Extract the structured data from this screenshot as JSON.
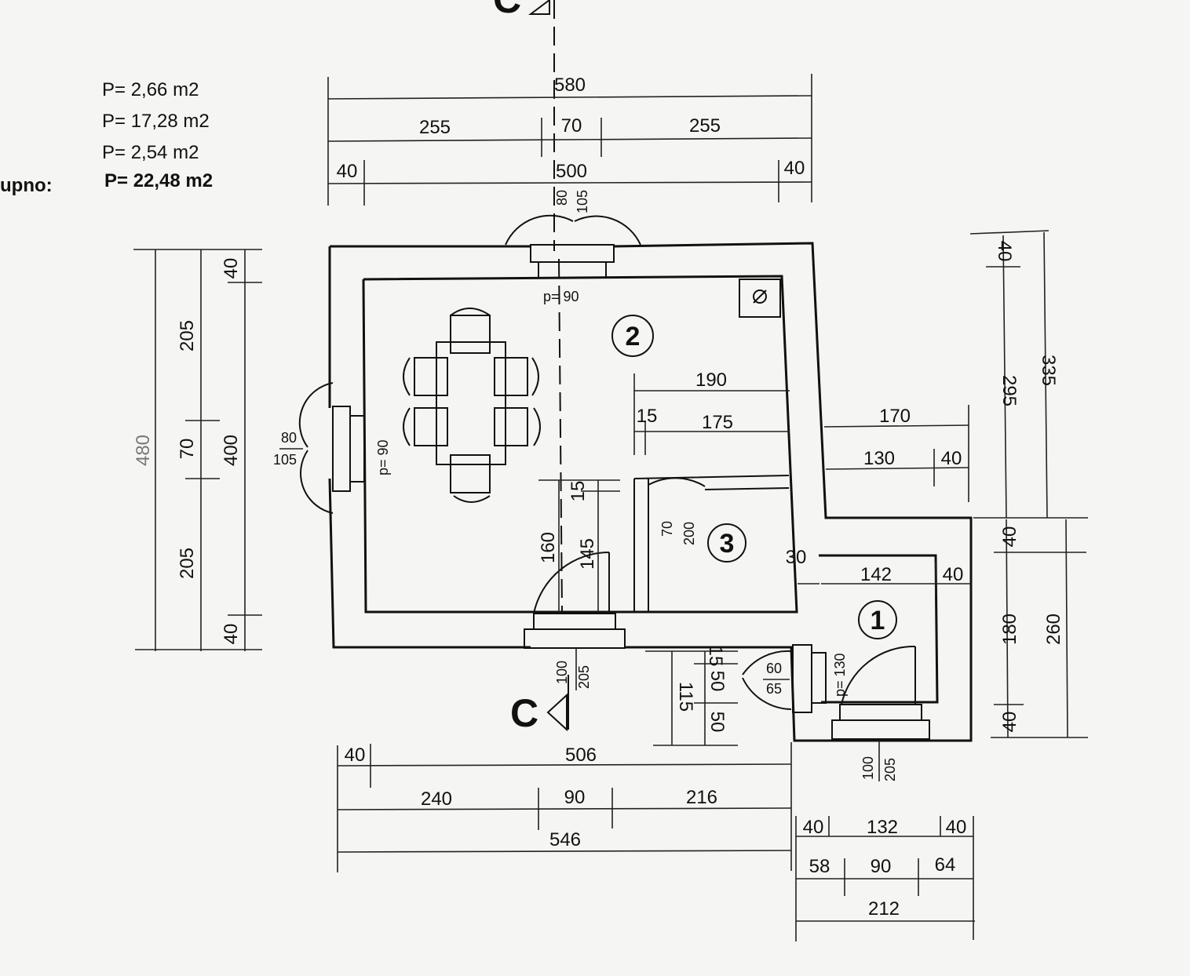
{
  "areas": {
    "row1": "P=   2,66 m2",
    "row2": "P= 17,28 m2",
    "row3": "P=   2,54 m2",
    "total_label": "upno:",
    "total_value": "P= 22,48 m2"
  },
  "rooms": {
    "r1": "1",
    "r2": "2",
    "r3": "3"
  },
  "section": {
    "label": "C"
  },
  "top_dims": {
    "overall": "580",
    "left": "255",
    "middle": "70",
    "right": "255",
    "wall_left": "40",
    "inner": "500",
    "wall_right": "40",
    "door_a": "80",
    "door_b": "105"
  },
  "left_dims": {
    "wall_top": "40",
    "seg1": "205",
    "seg2": "70",
    "seg3": "205",
    "wall_bottom": "40",
    "inner": "400",
    "overall": "480",
    "win_a": "80",
    "win_b": "105"
  },
  "right_dims": {
    "wall_top": "40",
    "inner_top": "295",
    "overall_top": "335",
    "wall_mid": "40",
    "inner_bottom": "180",
    "wall_bottom": "40",
    "overall_bottom": "260"
  },
  "interior_dims": {
    "d190": "190",
    "d15a": "15",
    "d175": "175",
    "d170": "170",
    "d130": "130",
    "d40a": "40",
    "d15b": "15",
    "d160": "160",
    "d145": "145",
    "d70": "70",
    "d200": "200",
    "d30": "30",
    "d142": "142",
    "d40b": "40"
  },
  "annotations": {
    "p90_top": "p= 90",
    "p90_left": "p= 90",
    "p130": "p= 130",
    "door_bottom_a": "100",
    "door_bottom_b": "205",
    "door1_a": "100",
    "door1_b": "205",
    "win_a": "60",
    "win_b": "65",
    "d115": "115",
    "d15c": "15",
    "d50a": "50",
    "d50b": "50"
  },
  "bottom_dims": {
    "wall_left": "40",
    "inner": "506",
    "left": "240",
    "middle": "90",
    "right": "216",
    "overall": "546",
    "ann_wall_left": "40",
    "ann_inner": "132",
    "ann_wall_right": "40",
    "ann_left": "58",
    "ann_middle": "90",
    "ann_right": "64",
    "ann_overall": "212"
  },
  "icons": [
    "chimney-icon",
    "dining-set-icon",
    "section-arrow-icon"
  ]
}
